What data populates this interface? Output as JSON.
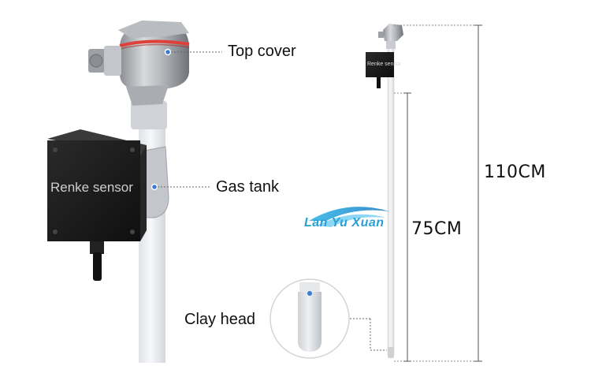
{
  "callouts": {
    "top_cover": "Top cover",
    "gas_tank": "Gas tank",
    "clay_head": "Clay head"
  },
  "dimensions": {
    "total_length": "110CM",
    "probe_length": "75CM"
  },
  "branding": {
    "box_text": "Renke sensor",
    "box_text_small": "Renke sensor",
    "watermark": "Lan Yu Xuan"
  },
  "colors": {
    "callout_dot": "#3a7bd5",
    "watermark": "#2a9fd6",
    "cover_band": "#e0403a",
    "box": "#1a1a1a"
  }
}
